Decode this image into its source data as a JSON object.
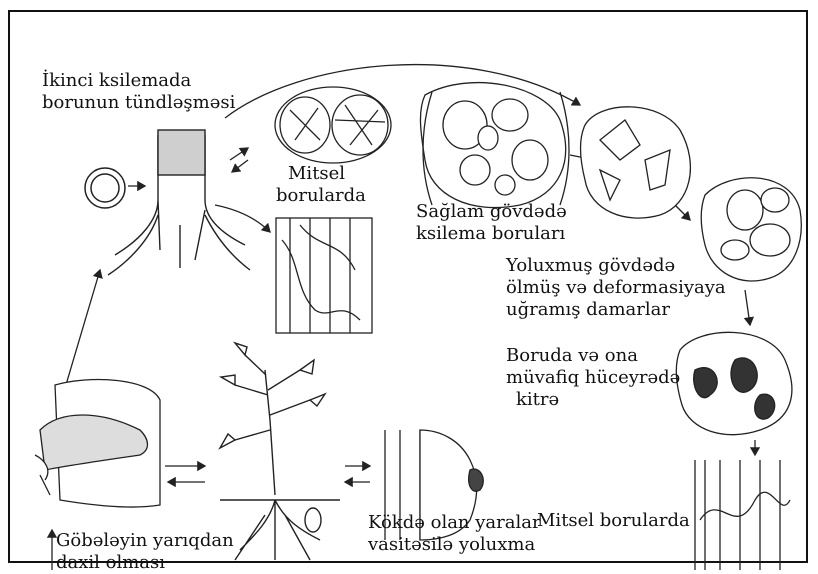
{
  "labels": {
    "xylem_darkening": [
      "İkinci ksilemada",
      "borunun tündləşməsi"
    ],
    "mycelium_in_tubes": [
      "Mitsel",
      "borularda"
    ],
    "healthy_stem_xylem": [
      "Sağlam gövdədə",
      "ksilema boruları"
    ],
    "infected_stem_vessels": [
      "Yoluxmuş gövdədə",
      "ölmüş və deformasiyaya",
      "uğramış damarlar"
    ],
    "tube_and_cell_fill": [
      "Boruda və ona",
      "müvafiq hüceyrədə",
      "kitrə"
    ],
    "mycelium_bottom": "Mitsel borularda",
    "root_wound_infection": [
      "Kökdə olan yaralar",
      "vasitəsilə yoluxma"
    ],
    "fungus_entry_crack": [
      "Göbələyin yarıqdan",
      "daxil olması"
    ]
  }
}
